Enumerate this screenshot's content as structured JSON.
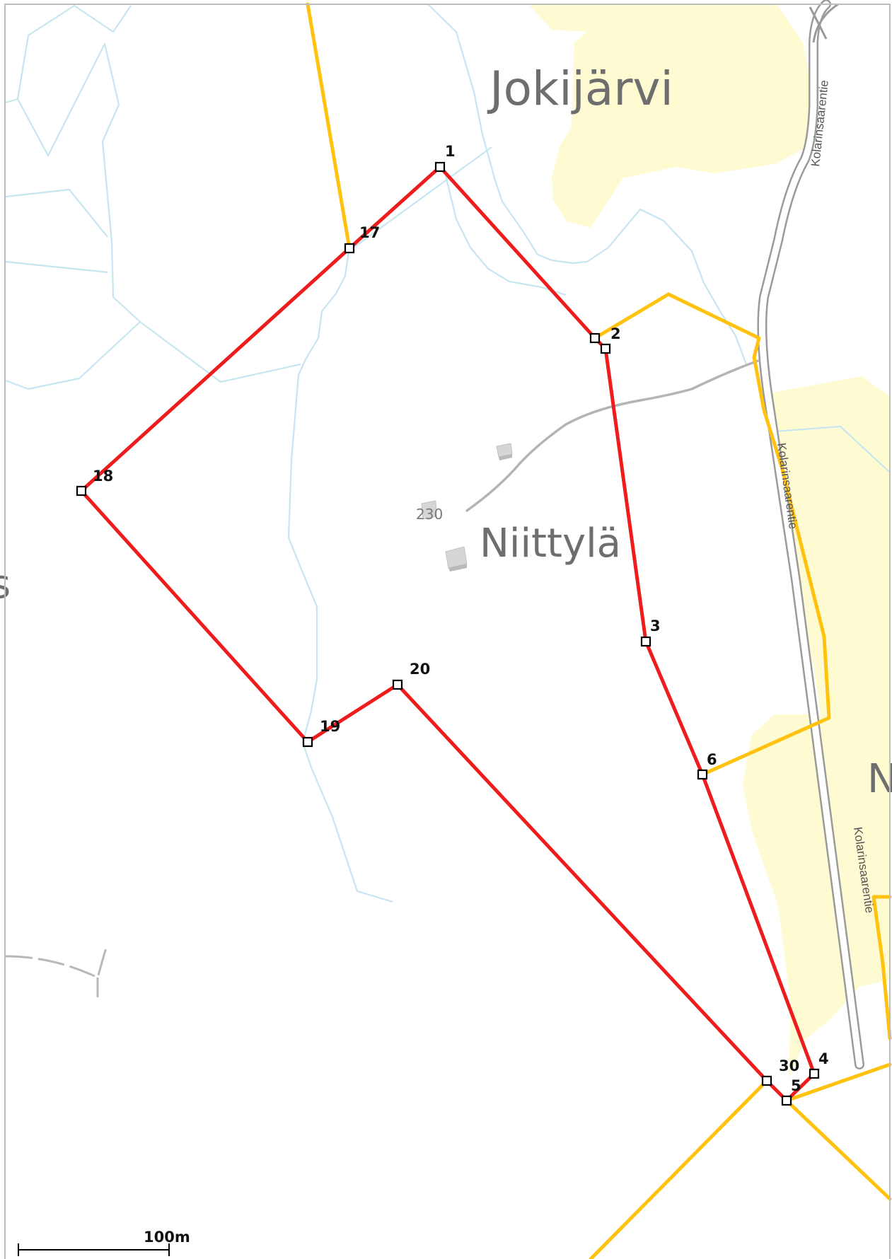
{
  "places": {
    "jokijarvi": "Jokijärvi",
    "niittyla": "Niittylä",
    "partial_left": "s",
    "partial_right": "N"
  },
  "roads": {
    "kolarinsaarentie": "Kolarinsaarentie"
  },
  "building_number": "230",
  "points": {
    "p1": "1",
    "p17": "17",
    "p2": "2",
    "p18": "18",
    "p3": "3",
    "p6": "6",
    "p20": "20",
    "p19": "19",
    "p30": "30",
    "p4": "4",
    "p5": "5"
  },
  "scale_bar": {
    "label": "100m"
  },
  "colors": {
    "boundary": "#ee1c1c",
    "parcel_lines": "#ffc20e",
    "fields": "#fefbd2",
    "streams": "#c7e6f2",
    "roads": "#9a9a9a"
  }
}
